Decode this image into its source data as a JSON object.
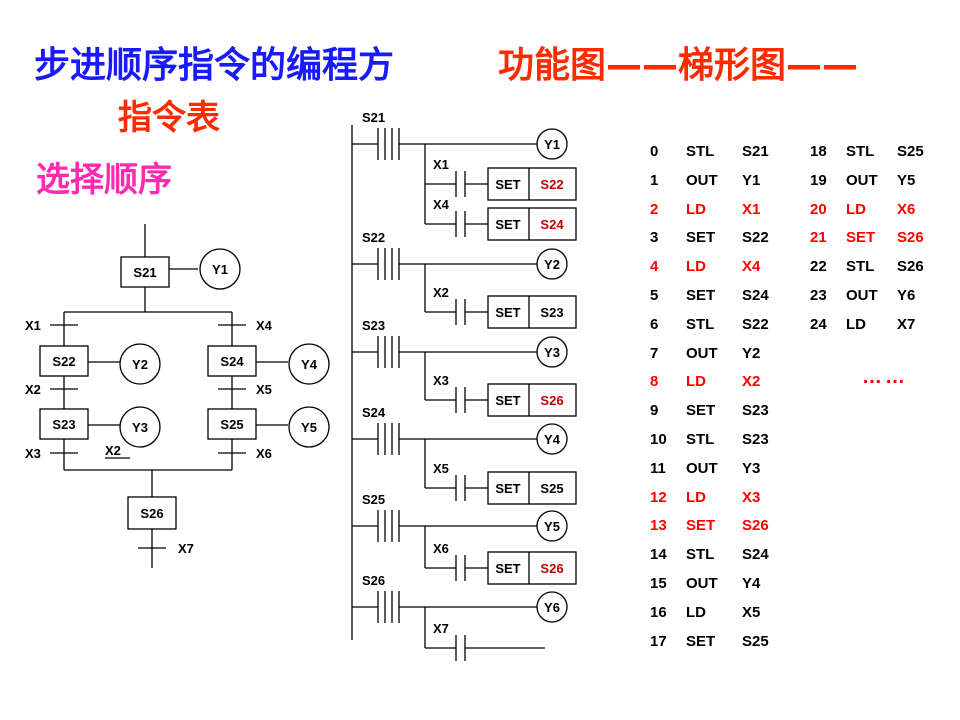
{
  "title": {
    "main": "步进顺序指令的编程方",
    "sub_red": "功能图——梯形图——",
    "sub_red2": "指令表",
    "section": "选择顺序"
  },
  "colors": {
    "title_blue": "#1a1aff",
    "title_red": "#ff2a00",
    "section_pink": "#ff2ab0",
    "instr_red": "#ff0000"
  },
  "sfc": {
    "steps": {
      "s21": "S21",
      "s22": "S22",
      "s23": "S23",
      "s24": "S24",
      "s25": "S25",
      "s26": "S26"
    },
    "outputs": {
      "y1": "Y1",
      "y2": "Y2",
      "y3": "Y3",
      "y4": "Y4",
      "y5": "Y5"
    },
    "transitions": {
      "x1": "X1",
      "x4": "X4",
      "x2a": "X2",
      "x5": "X5",
      "x3": "X3",
      "x2b": "X2",
      "x6": "X6",
      "x7": "X7"
    }
  },
  "ladder": {
    "rungs": [
      {
        "step": "S21",
        "out": "Y1",
        "branches": [
          {
            "contact": "X1",
            "set": "S22",
            "target_red": true
          },
          {
            "contact": "X4",
            "set": "S24",
            "target_red": true
          }
        ]
      },
      {
        "step": "S22",
        "out": "Y2",
        "branches": [
          {
            "contact": "X2",
            "set": "S23",
            "target_red": false
          }
        ]
      },
      {
        "step": "S23",
        "out": "Y3",
        "branches": [
          {
            "contact": "X3",
            "set": "S26",
            "target_red": true
          }
        ]
      },
      {
        "step": "S24",
        "out": "Y4",
        "branches": [
          {
            "contact": "X5",
            "set": "S25",
            "target_red": false
          }
        ]
      },
      {
        "step": "S25",
        "out": "Y5",
        "branches": [
          {
            "contact": "X6",
            "set": "S26",
            "target_red": true
          }
        ]
      },
      {
        "step": "S26",
        "out": "Y6",
        "branches": [
          {
            "contact": "X7",
            "set": "",
            "target_red": false
          }
        ]
      }
    ],
    "set_label": "SET"
  },
  "instructions": {
    "col1": [
      {
        "n": "0",
        "op": "STL",
        "arg": "S21",
        "red": false
      },
      {
        "n": "1",
        "op": "OUT",
        "arg": "Y1",
        "red": false
      },
      {
        "n": "2",
        "op": "LD",
        "arg": "X1",
        "red": true
      },
      {
        "n": "3",
        "op": "SET",
        "arg": "S22",
        "red": false
      },
      {
        "n": "4",
        "op": "LD",
        "arg": "X4",
        "red": true
      },
      {
        "n": "5",
        "op": "SET",
        "arg": "S24",
        "red": false
      },
      {
        "n": "6",
        "op": "STL",
        "arg": "S22",
        "red": false
      },
      {
        "n": "7",
        "op": "OUT",
        "arg": "Y2",
        "red": false
      },
      {
        "n": "8",
        "op": "LD",
        "arg": "X2",
        "red": true
      },
      {
        "n": "9",
        "op": "SET",
        "arg": "S23",
        "red": false
      },
      {
        "n": "10",
        "op": "STL",
        "arg": "S23",
        "red": false
      },
      {
        "n": "11",
        "op": "OUT",
        "arg": "Y3",
        "red": false
      },
      {
        "n": "12",
        "op": "LD",
        "arg": "X3",
        "red": true
      },
      {
        "n": "13",
        "op": "SET",
        "arg": "S26",
        "red": true
      },
      {
        "n": "14",
        "op": "STL",
        "arg": "S24",
        "red": false
      },
      {
        "n": "15",
        "op": "OUT",
        "arg": "Y4",
        "red": false
      },
      {
        "n": "16",
        "op": "LD",
        "arg": "X5",
        "red": false
      },
      {
        "n": "17",
        "op": "SET",
        "arg": "S25",
        "red": false
      }
    ],
    "col2": [
      {
        "n": "18",
        "op": "STL",
        "arg": "S25",
        "red": false
      },
      {
        "n": "19",
        "op": "OUT",
        "arg": "Y5",
        "red": false
      },
      {
        "n": "20",
        "op": "LD",
        "arg": "X6",
        "red": true
      },
      {
        "n": "21",
        "op": "SET",
        "arg": "S26",
        "red": true
      },
      {
        "n": "22",
        "op": "STL",
        "arg": "S26",
        "red": false
      },
      {
        "n": "23",
        "op": "OUT",
        "arg": "Y6",
        "red": false
      },
      {
        "n": "24",
        "op": "LD",
        "arg": "X7",
        "red": false
      }
    ],
    "ellipsis": "……"
  }
}
